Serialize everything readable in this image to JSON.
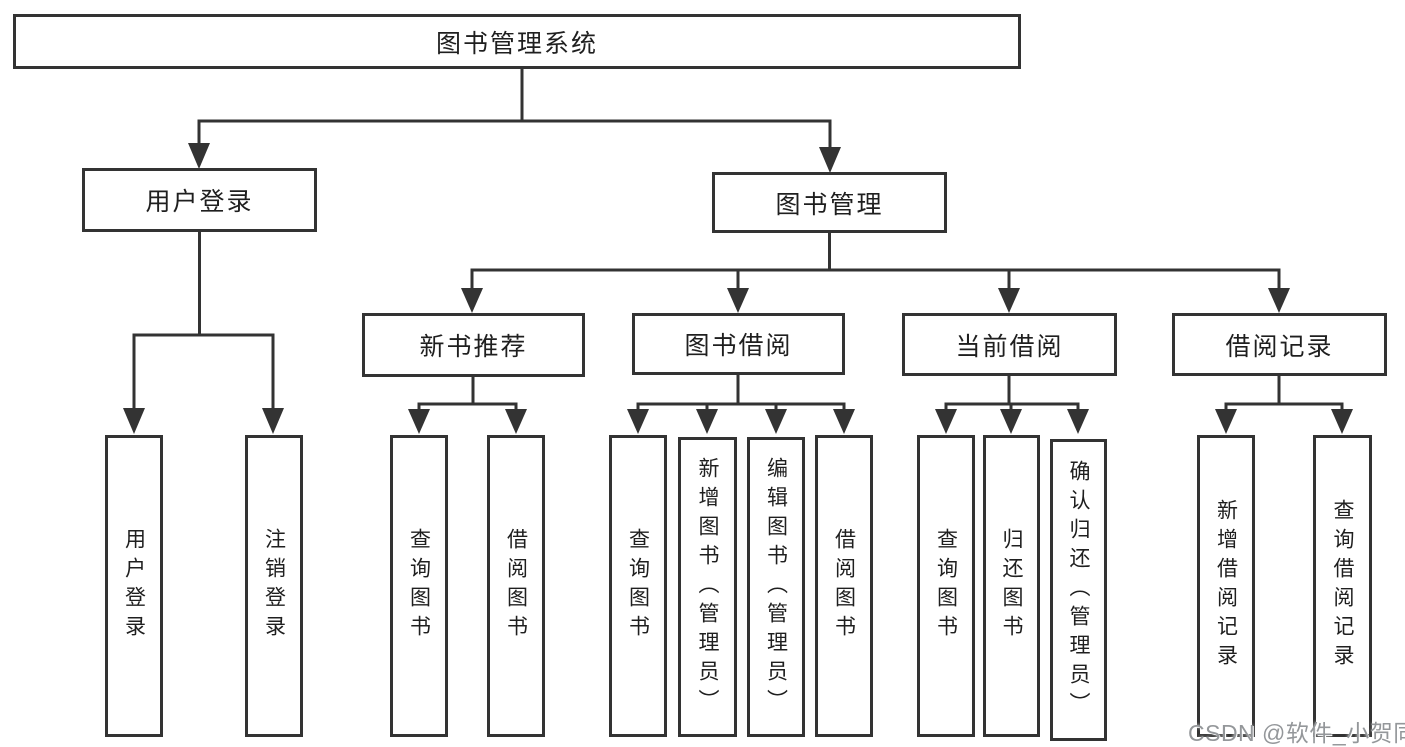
{
  "diagram": {
    "root": {
      "label": "图书管理系统"
    },
    "level2": [
      {
        "label": "用户登录"
      },
      {
        "label": "图书管理"
      }
    ],
    "level3": [
      {
        "label": "新书推荐"
      },
      {
        "label": "图书借阅"
      },
      {
        "label": "当前借阅"
      },
      {
        "label": "借阅记录"
      }
    ],
    "leaves": {
      "user_login": [
        "用户登录",
        "注销登录"
      ],
      "new_books": [
        "查询图书",
        "借阅图书"
      ],
      "book_borrow": [
        "查询图书",
        "新增图书（管理员）",
        "编辑图书（管理员）",
        "借阅图书"
      ],
      "current_borrow": [
        "查询图书",
        "归还图书",
        "确认归还（管理员）"
      ],
      "borrow_records": [
        "新增借阅记录",
        "查询借阅记录"
      ]
    }
  },
  "watermark": "CSDN @软件_小贺同学",
  "colors": {
    "line": "#333333",
    "text": "#1f1f1f",
    "watermark": "#94979a",
    "background": "#ffffff"
  }
}
